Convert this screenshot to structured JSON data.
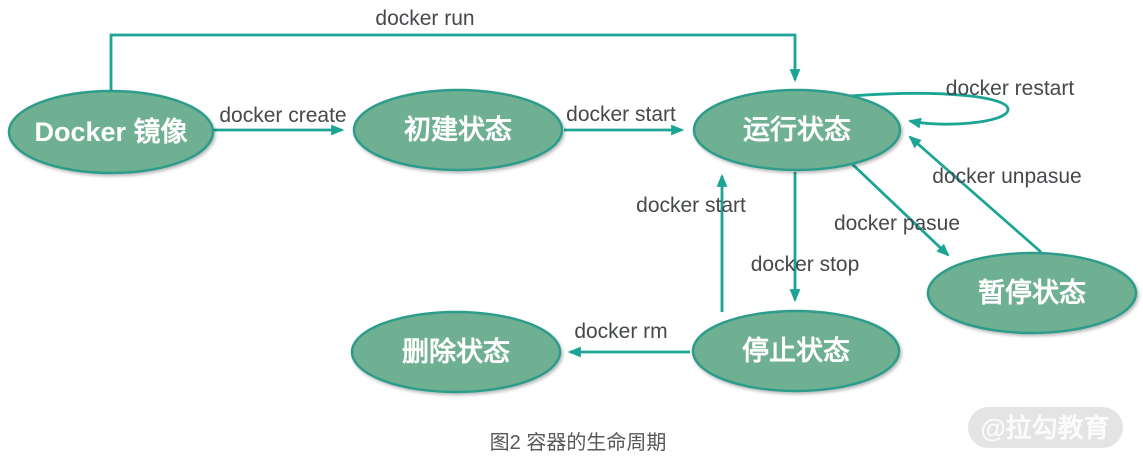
{
  "diagram": {
    "caption": "图2 容器的生命周期",
    "watermark": "@拉勾教育",
    "colors": {
      "node_fill": "#6fb092",
      "node_stroke": "#2e9c8b",
      "arrow": "#1ca495",
      "edge_label": "#45494c",
      "node_text": "#ffffff",
      "caption_text": "#57585a",
      "watermark_bg": "#e4e4e4",
      "watermark_text": "#fbfbfb"
    },
    "nodes": {
      "docker_image": "Docker 镜像",
      "created": "初建状态",
      "running": "运行状态",
      "paused": "暂停状态",
      "stopped": "停止状态",
      "removed": "删除状态"
    },
    "edges": {
      "run": "docker run",
      "create": "docker create",
      "start_top": "docker start",
      "restart": "docker restart",
      "unpause": "docker unpasue",
      "pause": "docker pasue",
      "stop": "docker stop",
      "start_bottom": "docker start",
      "rm": "docker rm"
    }
  }
}
